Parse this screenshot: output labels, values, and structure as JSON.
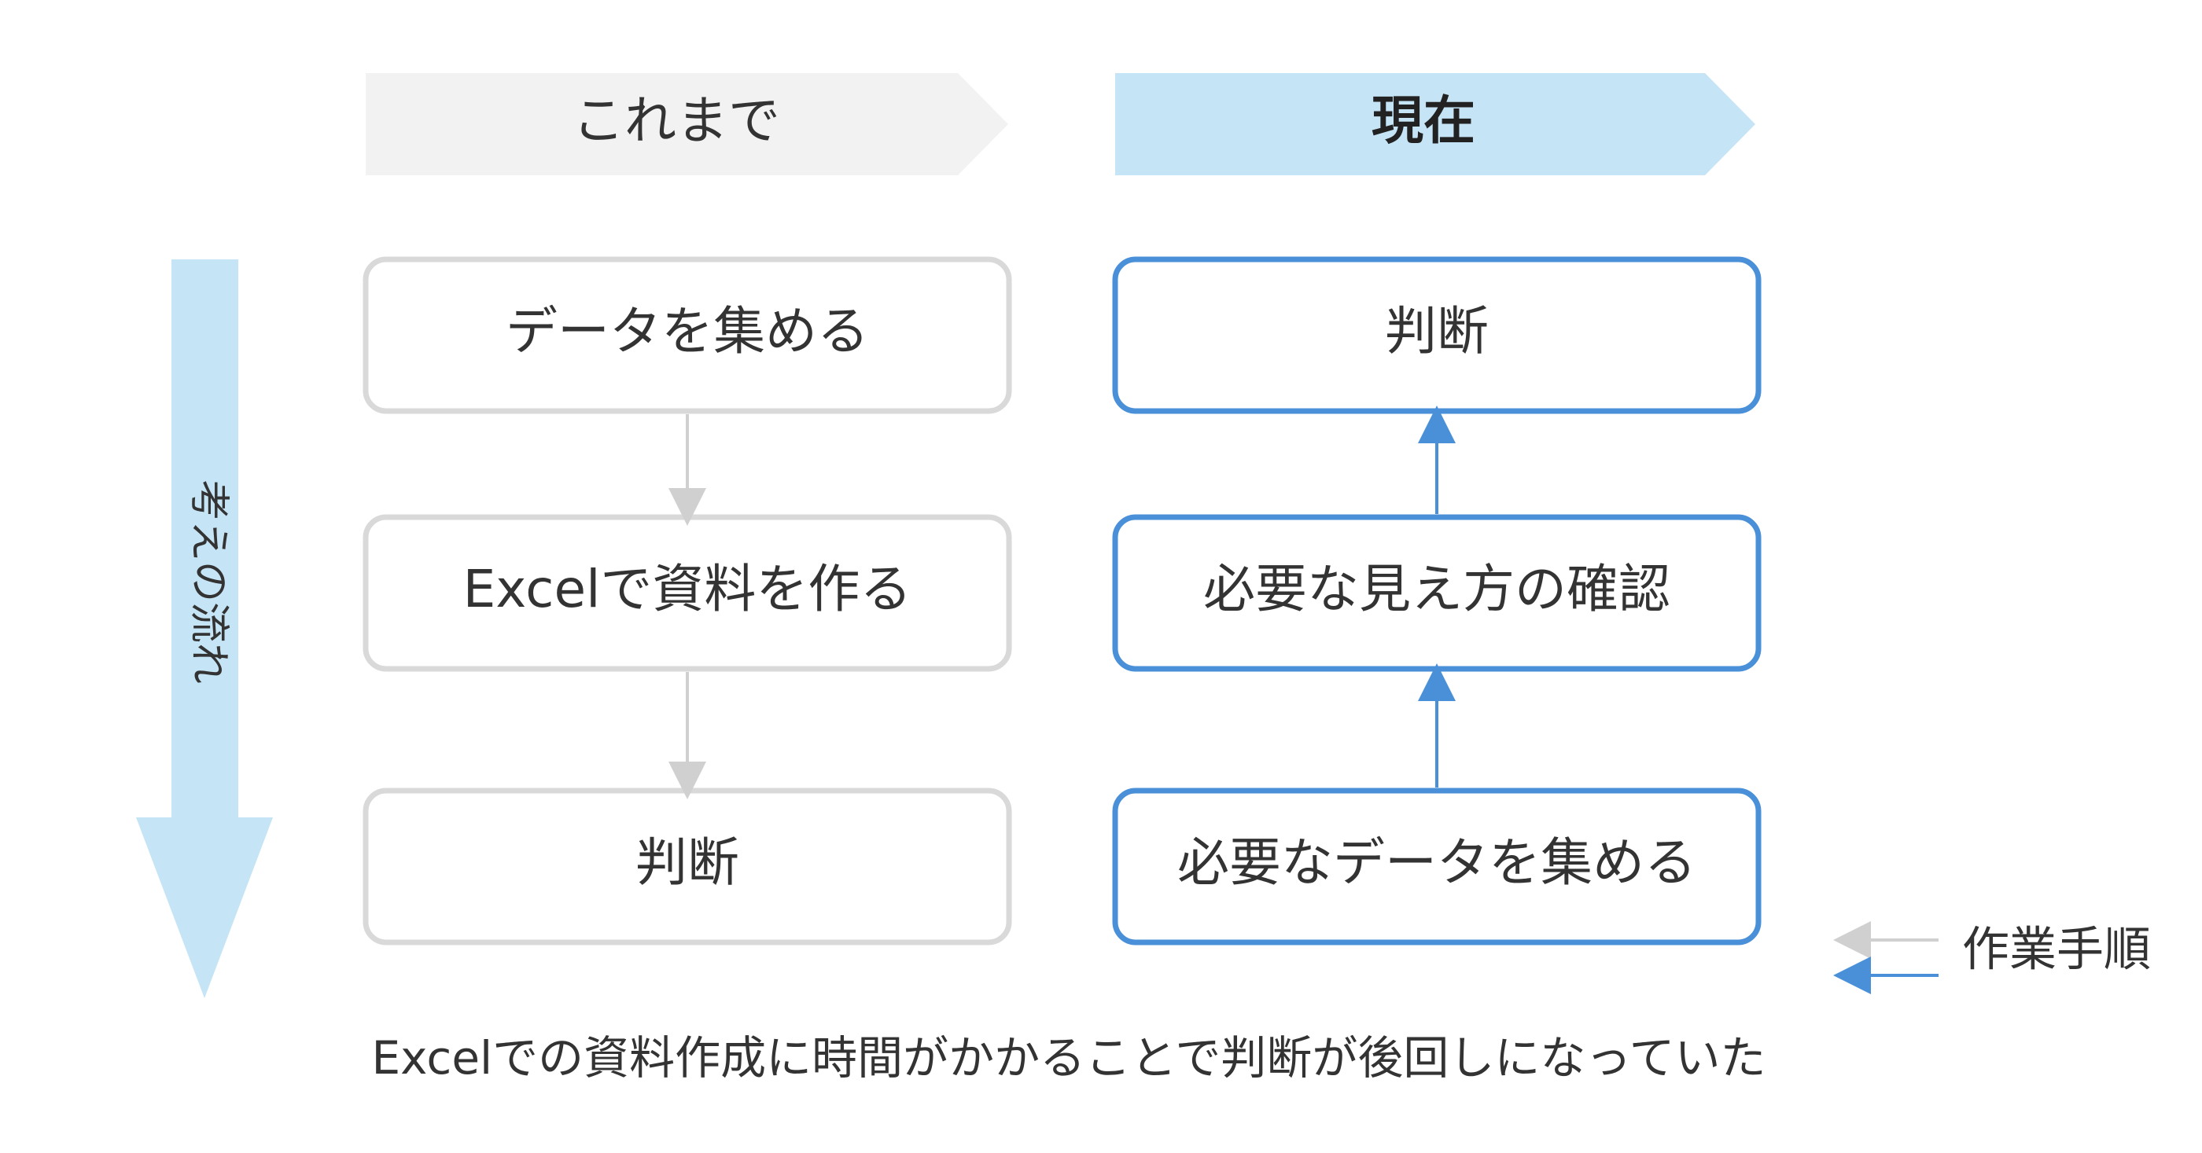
{
  "left_header": {
    "label": "これまで"
  },
  "right_header": {
    "label": "現在"
  },
  "flow_arrow": {
    "label": "考えの流れ"
  },
  "left_column": {
    "steps": [
      {
        "label": "データを集める"
      },
      {
        "label": "Excelで資料を作る"
      },
      {
        "label": "判断"
      }
    ]
  },
  "right_column": {
    "steps": [
      {
        "label": "判断"
      },
      {
        "label": "必要な見え方の確認"
      },
      {
        "label": "必要なデータを集める"
      }
    ]
  },
  "legend": {
    "label": "作業手順"
  },
  "caption": "Excelでの資料作成に時間がかかることで判断が後回しになっていた",
  "colors": {
    "left_header_fill": "#f2f2f2",
    "right_header_fill": "#c5e4f5",
    "flow_arrow_fill": "#c5e4f5",
    "left_box_border": "#d9d9d9",
    "right_box_border": "#4a90d9",
    "left_arrow": "#d0d0d0",
    "right_arrow": "#4a90d9",
    "text": "#333333"
  }
}
